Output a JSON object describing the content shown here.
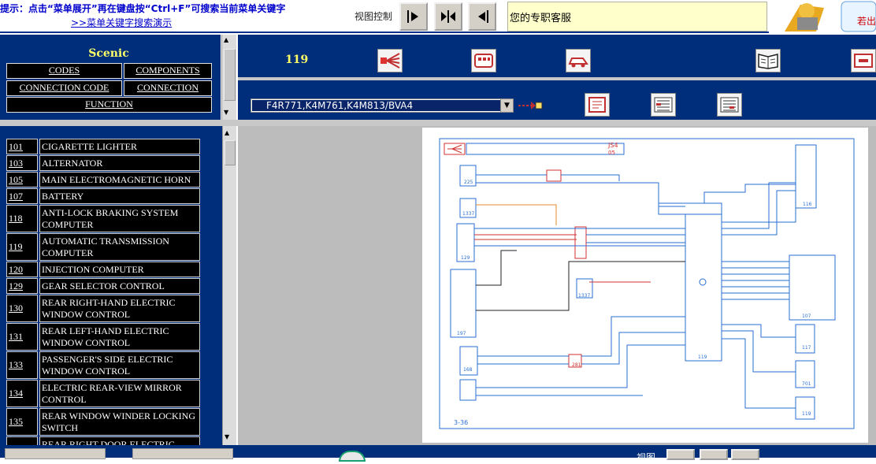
{
  "top": {
    "hint": "提示：点击“菜单展开”再在键盘按“Ctrl+F”可搜索当前菜单关键字",
    "demo_link": ">>菜单关键字搜索演示",
    "view_control_label": "视图控制",
    "customer_service": "您的专职客服",
    "logo_text": "若出"
  },
  "left": {
    "model": "Scenic",
    "buttons": {
      "codes": "CODES",
      "components": "COMPONENTS",
      "connection_code": "CONNECTION CODE",
      "connection": "CONNECTION",
      "function": "FUNCTION"
    },
    "items": [
      {
        "code": "101",
        "name": "CIGARETTE LIGHTER"
      },
      {
        "code": "103",
        "name": "ALTERNATOR"
      },
      {
        "code": "105",
        "name": "MAIN ELECTROMAGNETIC HORN"
      },
      {
        "code": "107",
        "name": "BATTERY"
      },
      {
        "code": "118",
        "name": "ANTI-LOCK BRAKING SYSTEM COMPUTER"
      },
      {
        "code": "119",
        "name": "AUTOMATIC TRANSMISSION COMPUTER"
      },
      {
        "code": "120",
        "name": "INJECTION COMPUTER"
      },
      {
        "code": "129",
        "name": "GEAR SELECTOR CONTROL"
      },
      {
        "code": "130",
        "name": "REAR RIGHT-HAND ELECTRIC WINDOW CONTROL"
      },
      {
        "code": "131",
        "name": "REAR LEFT-HAND ELECTRIC WINDOW CONTROL"
      },
      {
        "code": "133",
        "name": "PASSENGER'S SIDE ELECTRIC WINDOW CONTROL"
      },
      {
        "code": "134",
        "name": "ELECTRIC REAR-VIEW MIRROR CONTROL"
      },
      {
        "code": "135",
        "name": "REAR WINDOW WINDER LOCKING SWITCH"
      },
      {
        "code": "",
        "name": "REAR RIGHT DOOR ELECTRIC"
      }
    ]
  },
  "right": {
    "component_number": "119",
    "engine_select": "F4R771,K4M761,K4M813/BVA4"
  },
  "diagram": {
    "header_code": "JS4",
    "header_sub": "05",
    "page_ref": "3-36",
    "boxes": [
      "225",
      "1337",
      "129",
      "197",
      "1337",
      "168",
      "119",
      "116",
      "281",
      "117",
      "107",
      "701",
      "119"
    ]
  },
  "bottom": {
    "view_label": "视图"
  },
  "colors": {
    "navy": "#002e7a",
    "gold_text": "#ffff66",
    "wire_blue": "#2a6fd6",
    "wire_orange": "#e08a2a",
    "wire_red": "#d03030"
  }
}
